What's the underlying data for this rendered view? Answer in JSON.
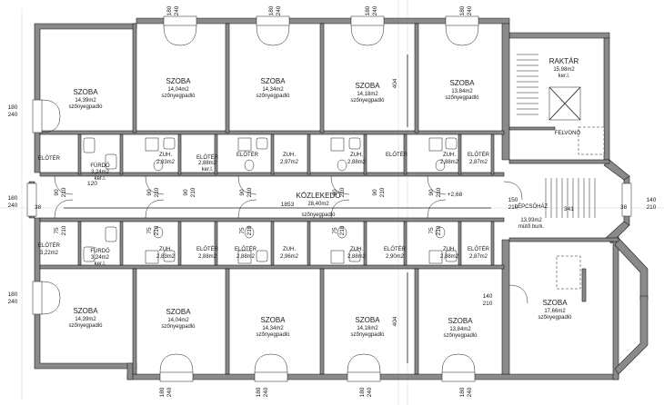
{
  "drawing": {
    "rooms": [
      {
        "id": "r1",
        "name": "SZOBA",
        "area": "14,39m2",
        "floor": "szőnyegpadló"
      },
      {
        "id": "r2",
        "name": "SZOBA",
        "area": "14,04m2",
        "floor": "szőnyegpadló"
      },
      {
        "id": "r3",
        "name": "SZOBA",
        "area": "14,34m2",
        "floor": "szőnyegpadló"
      },
      {
        "id": "r4",
        "name": "SZOBA",
        "area": "14,18m2",
        "floor": "szőnyegpadló"
      },
      {
        "id": "r5",
        "name": "SZOBA",
        "area": "13,84m2",
        "floor": "szőnyegpadló"
      },
      {
        "id": "r6",
        "name": "RAKTÁR",
        "area": "15,98m2",
        "floor": "ker.l."
      },
      {
        "id": "r7",
        "name": "SZOBA",
        "area": "14,39m2",
        "floor": "szőnyegpadló"
      },
      {
        "id": "r8",
        "name": "SZOBA",
        "area": "14,04m2",
        "floor": "szőnyegpadló"
      },
      {
        "id": "r9",
        "name": "SZOBA",
        "area": "14,34m2",
        "floor": "szőnyegpadló"
      },
      {
        "id": "r10",
        "name": "SZOBA",
        "area": "14,18m2",
        "floor": "szőnyegpadló"
      },
      {
        "id": "r11",
        "name": "SZOBA",
        "area": "13,84m2",
        "floor": "szőnyegpadló"
      },
      {
        "id": "r12",
        "name": "SZOBA",
        "area": "17,66m2",
        "floor": "szőnyegpadló"
      },
      {
        "id": "c1",
        "name": "KÖZLEKEDŐ",
        "area": "28,40m2",
        "floor": "szőnyegpadló"
      },
      {
        "id": "s1",
        "name": "LÉPCSŐHÁZ",
        "area": "13,93m2",
        "floor": "mütő burk."
      }
    ],
    "small_rooms": [
      {
        "id": "b1",
        "name": "FÜRDŐ",
        "area": "3,24m2",
        "floor": "ker.l."
      },
      {
        "id": "b2",
        "name": "FÜRDŐ",
        "area": "3,24m2",
        "floor": "ker.l."
      },
      {
        "id": "e1",
        "name": "ELŐTÉR",
        "area": "",
        "floor": ""
      },
      {
        "id": "e2",
        "name": "ELŐTÉR",
        "area": "2,88m2",
        "floor": "ker.l."
      },
      {
        "id": "e3",
        "name": "ELŐTÉR",
        "area": "",
        "floor": ""
      },
      {
        "id": "e4",
        "name": "ELŐTÉR",
        "area": "",
        "floor": ""
      },
      {
        "id": "e5",
        "name": "ELŐTÉR",
        "area": "2,87m2",
        "floor": ""
      },
      {
        "id": "e6",
        "name": "ELŐTÉR",
        "area": "3,22m2",
        "floor": ""
      },
      {
        "id": "e7",
        "name": "ELŐTÉR",
        "area": "2,88m2",
        "floor": ""
      },
      {
        "id": "e8",
        "name": "ELŐTÉR",
        "area": "2,88m2",
        "floor": ""
      },
      {
        "id": "e9",
        "name": "ELŐTÉR",
        "area": "2,90m2",
        "floor": ""
      },
      {
        "id": "e10",
        "name": "ELŐTÉR",
        "area": "2,87m2",
        "floor": ""
      },
      {
        "id": "z1",
        "name": "ZUH.",
        "area": "2,83m2",
        "floor": ""
      },
      {
        "id": "z2",
        "name": "ZUH.",
        "area": "2,97m2",
        "floor": ""
      },
      {
        "id": "z3",
        "name": "ZUH.",
        "area": "2,88m2",
        "floor": ""
      },
      {
        "id": "z4",
        "name": "ZUH.",
        "area": "2,88m2",
        "floor": ""
      },
      {
        "id": "z5",
        "name": "ZUH.",
        "area": "2,83m2",
        "floor": ""
      },
      {
        "id": "z6",
        "name": "ZUH.",
        "area": "2,96m2",
        "floor": ""
      },
      {
        "id": "z7",
        "name": "ZUH.",
        "area": "2,88m2",
        "floor": ""
      },
      {
        "id": "z8",
        "name": "ZUH.",
        "area": "2,88m2",
        "floor": ""
      }
    ],
    "felvono": "FELVONÓ",
    "dims": {
      "window": [
        "180",
        "240"
      ],
      "door_side": [
        "180",
        "240"
      ],
      "end_window": [
        "140",
        "210"
      ],
      "width_404": "404",
      "corridor_len": "1853",
      "level": "+2,68",
      "d90": "90",
      "d210": "210",
      "d75": "75",
      "d120": "120",
      "d150": "150",
      "d38": "38",
      "d341": "341"
    }
  }
}
